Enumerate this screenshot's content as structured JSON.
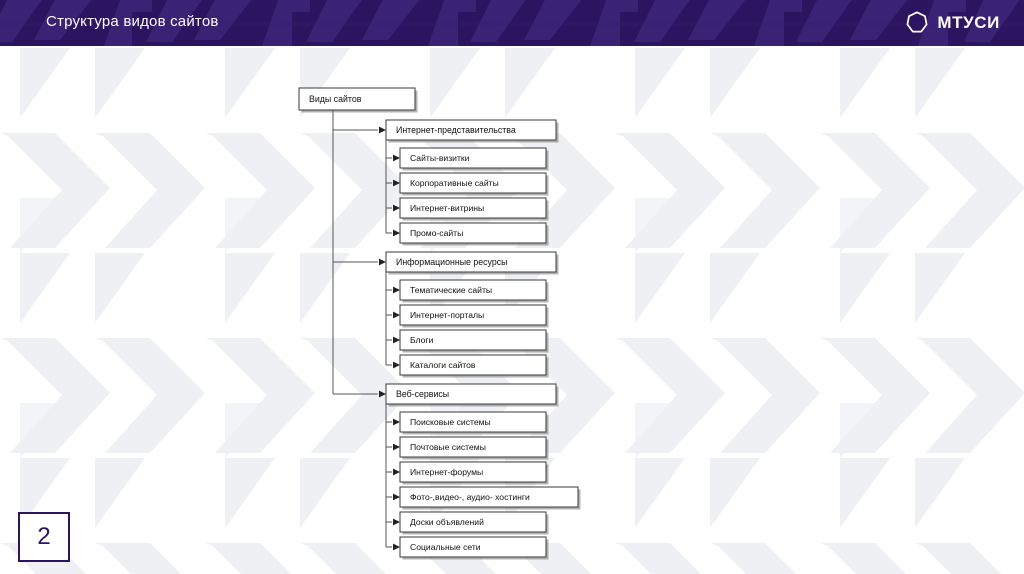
{
  "header": {
    "title": "Структура видов сайтов",
    "logo_text": "МТУСИ",
    "logo_icon": "hexagon-outline-icon",
    "background_color": "#2d1460",
    "text_color": "#ffffff"
  },
  "page_number": "2",
  "accent_color": "#2d1460",
  "watermark": {
    "icon": "chevron-pattern-watermark",
    "color": "#eef0f5"
  },
  "diagram": {
    "type": "tree",
    "root": {
      "label": "Виды сайтов"
    },
    "groups": [
      {
        "label": "Интернет-представительства",
        "children": [
          "Сайты-визитки",
          "Корпоративные сайты",
          "Интернет-витрины",
          "Промо-сайты"
        ]
      },
      {
        "label": "Информационные ресурсы",
        "children": [
          "Тематические сайты",
          "Интернет-порталы",
          "Блоги",
          "Каталоги сайтов"
        ]
      },
      {
        "label": "Веб-сервисы",
        "children": [
          "Поисковые системы",
          "Почтовые системы",
          "Интернет-форумы",
          "Фото-,видео-, аудио- хостинги",
          "Доски объявлений",
          "Социальные сети"
        ]
      }
    ]
  }
}
